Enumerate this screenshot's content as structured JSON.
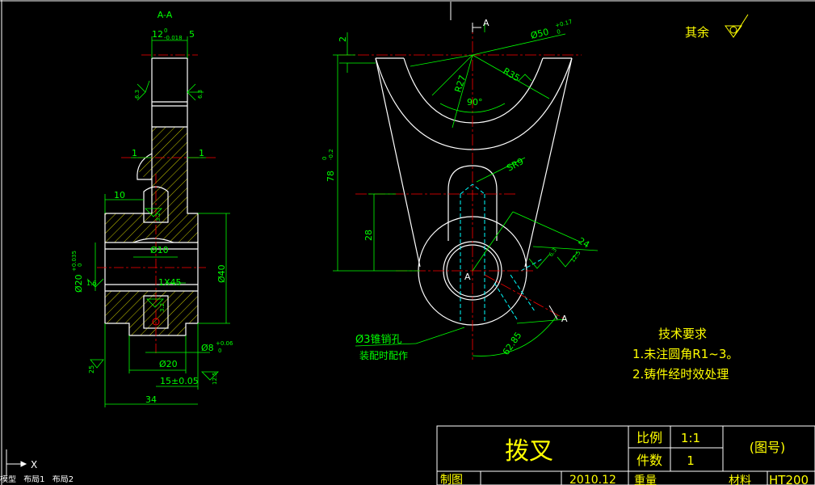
{
  "section_label": "A-A",
  "view_label_top": "A",
  "view_label_arrow": "A",
  "center_label": "A",
  "roughness_note": "其余",
  "dims_left": {
    "top_width": "12",
    "top_width_tol_upper": "0",
    "top_width_tol_lower": "-0.018",
    "top_offset": "5",
    "rough_1": "6.3",
    "rough_2": "6.3",
    "rough_3": "3.2",
    "rough_4": "3.2",
    "rough_5": "1.6",
    "rough_6": "25",
    "rough_7": "12.5",
    "small_1_left": "1",
    "small_1_right": "1",
    "dim_10": "10",
    "phi10": "Ø10",
    "phi20_tol": "Ø20",
    "phi20_tol_upper": "+0.035",
    "phi20_tol_lower": "0",
    "chamfer": "1X45",
    "phi40": "Ø40",
    "phi8": "Ø8",
    "phi8_tol_upper": "+0.06",
    "phi8_tol_lower": "0",
    "phi20": "Ø20",
    "dim_15": "15±0.05",
    "dim_34": "34"
  },
  "dims_right": {
    "dim_2": "2",
    "phi50": "Ø50",
    "phi50_tol_upper": "+0.17",
    "phi50_tol_lower": "0",
    "r27": "R27",
    "r35": "R35",
    "angle_90": "90°",
    "sr9": "SR9",
    "dim_78": "78",
    "dim_78_tol_upper": "0",
    "dim_78_tol_lower": "-0.2",
    "dim_28": "28",
    "dim_24": "24",
    "rough_8": "6.3",
    "rough_9": "12.5",
    "dim_6285": "62.85",
    "pin_hole": "Ø3锥销孔",
    "pin_note": "装配时配作"
  },
  "tech_req": {
    "title": "技术要求",
    "items": [
      "1.未注圆角R1~3。",
      "2.铸件经时效处理"
    ]
  },
  "title_block": {
    "part_name": "拨叉",
    "scale_label": "比例",
    "scale_value": "1:1",
    "qty_label": "件数",
    "qty_value": "1",
    "drawing_no": "(图号)",
    "drawn_label": "制图",
    "date": "2010.12",
    "weight_label": "重量",
    "material_label": "材料",
    "material_value": "HT200"
  },
  "ucs": {
    "x_label": "X"
  },
  "model_tabs": [
    "模型",
    "布局1",
    "布局2"
  ],
  "colors": {
    "background": "#000000",
    "outline": "#ffffff",
    "dimension": "#00ff00",
    "centerline": "#ff0000",
    "hidden": "#00ffff",
    "text_yellow": "#ffff00",
    "hatch": "#ffff00"
  }
}
